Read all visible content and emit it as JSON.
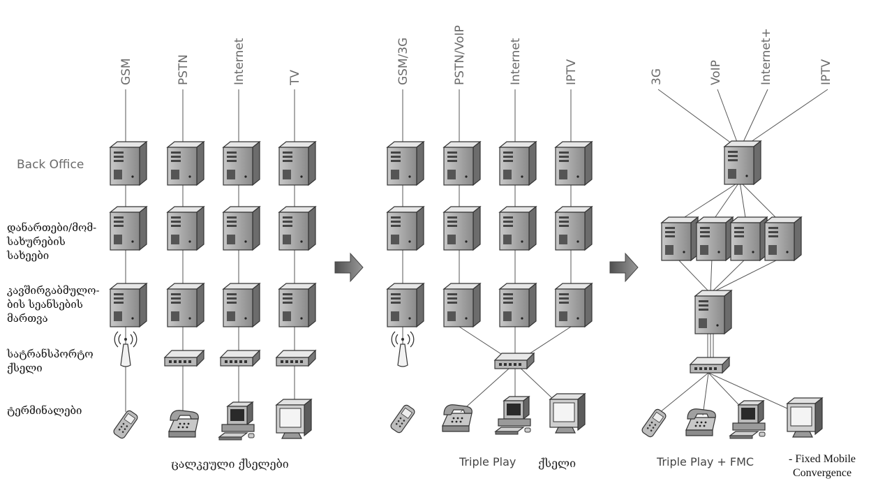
{
  "row_labels": {
    "back_office": "Back Office",
    "applications": "დანართები/მომ-\nსახურების\nსახეები",
    "session_control": "კავშირგაბმულო-\nბის სეანსების\nმართვა",
    "transport": "სატრანსპორტო\nქსელი",
    "terminals": "ტერმინალები"
  },
  "panels": [
    {
      "services": [
        "GSM",
        "PSTN",
        "Internet",
        "TV"
      ],
      "caption": "ცალკეული ქსელები"
    },
    {
      "services": [
        "GSM/3G",
        "PSTN/VoIP",
        "Internet",
        "IPTV"
      ],
      "caption_latin": "Triple Play",
      "caption_geo": "ქსელი"
    },
    {
      "services": [
        "3G",
        "VoIP",
        "Internet+",
        "IPTV"
      ],
      "caption": "Triple Play + FMC",
      "note": "-  Fixed Mobile\nConvergence"
    }
  ],
  "icons": [
    "server-icon",
    "antenna-icon",
    "switch-icon",
    "mobile-phone-icon",
    "desk-phone-icon",
    "computer-icon",
    "monitor-icon",
    "arrow-right-icon"
  ]
}
